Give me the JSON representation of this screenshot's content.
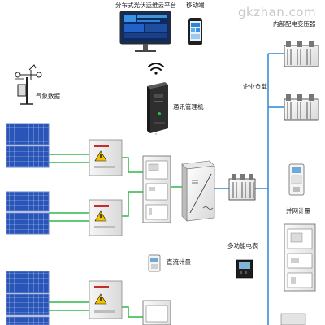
{
  "labels": {
    "platform": "分布式光伏运维云平台",
    "mobile": "移动端",
    "transformer": "内部配电变压器",
    "load": "企业负载",
    "gateway": "通讯管理机",
    "weather": "气象数据",
    "dc_meter": "直流计量",
    "multi_meter": "多功能电表",
    "grid_meter": "并网计量"
  },
  "watermark": "gkzhan.com",
  "icons": {
    "solar_panel": "solar-panel-icon",
    "combiner_box": "combiner-box-icon",
    "dc_cabinet": "dc-distribution-cabinet-icon",
    "inverter": "inverter-icon",
    "transformer": "transformer-icon",
    "gateway": "gateway-device-icon",
    "weather": "weather-station-icon",
    "wifi": "wifi-icon",
    "monitor": "monitor-icon",
    "phone": "phone-icon",
    "meter": "meter-icon"
  },
  "colors": {
    "dc_wire": "#2fb84a",
    "ac_wire": "#2f86d6",
    "panel": "#2a55b8",
    "warning": "#f2c200"
  }
}
